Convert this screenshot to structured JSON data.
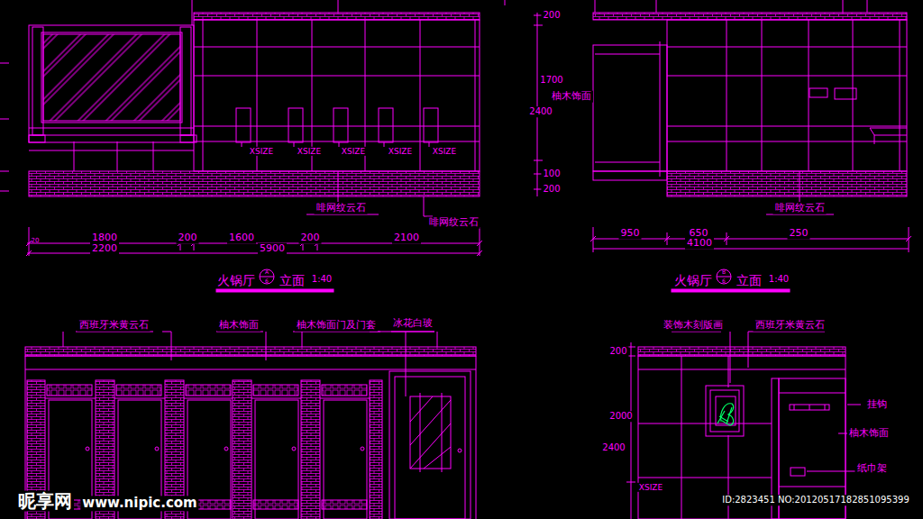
{
  "diagram": {
    "labels": [
      "XSIZE",
      "XSIZE",
      "XSIZE",
      "XSIZE",
      "XSIZE",
      "啡网纹云石",
      "啡网纹云石",
      "20",
      "1800",
      "200",
      "1600",
      "200",
      "2100",
      "2200",
      "5900",
      "火锅厅",
      "A",
      "6",
      "立面",
      "1:40",
      "200",
      "1700",
      "柚木饰面",
      "2400",
      "100",
      "200",
      "啡网纹云石",
      "950",
      "650",
      "250",
      "4100",
      "火锅厅",
      "B",
      "6",
      "立面",
      "1:40",
      "西班牙米黄云石",
      "柚木饰面",
      "柚木饰面门及门套",
      "冰花白玻",
      "装饰木刻版画",
      "西班牙米黄云石",
      "200",
      "2000",
      "2400",
      "挂钩",
      "柚木饰面",
      "纸巾架",
      "XSIZE",
      "昵享网",
      "www.nipic.com",
      "ID:2823451 NO:20120517182851095399"
    ]
  }
}
